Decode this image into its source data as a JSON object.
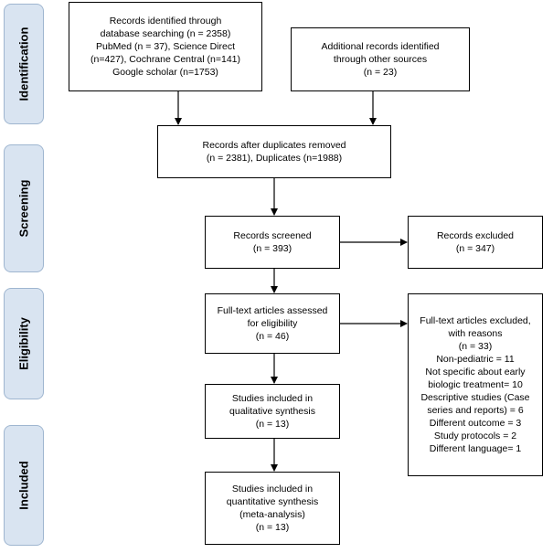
{
  "phases": {
    "identification": "Identification",
    "screening": "Screening",
    "eligibility": "Eligibility",
    "included": "Included"
  },
  "boxes": {
    "db_search": [
      "Records identified through",
      "database searching (n = 2358)",
      "PubMed (n = 37), Science Direct",
      "(n=427), Cochrane Central (n=141)",
      "Google scholar (n=1753)"
    ],
    "other_sources": [
      "Additional records identified",
      "through other sources",
      "(n = 23)"
    ],
    "after_duplicates": [
      "Records after duplicates removed",
      "(n = 2381), Duplicates (n=1988)"
    ],
    "screened": [
      "Records screened",
      "(n = 393)"
    ],
    "excluded": [
      "Records excluded",
      "(n = 347)"
    ],
    "fulltext_assessed": [
      "Full-text articles assessed",
      "for eligibility",
      "(n = 46)"
    ],
    "fulltext_excluded": [
      "Full-text articles excluded,",
      "with reasons",
      "(n = 33)",
      "Non-pediatric = 11",
      "Not specific about early",
      "biologic treatment= 10",
      "Descriptive studies (Case",
      "series and reports) = 6",
      "Different outcome = 3",
      "Study protocols = 2",
      "Different language= 1"
    ],
    "qualitative": [
      "Studies included in",
      "qualitative synthesis",
      "(n = 13)"
    ],
    "quantitative": [
      "Studies included in",
      "quantitative synthesis",
      "(meta-analysis)",
      "(n = 13)"
    ]
  },
  "colors": {
    "phase_fill": "#d9e4f1",
    "phase_border": "#9fb6d0",
    "line": "#000000"
  }
}
